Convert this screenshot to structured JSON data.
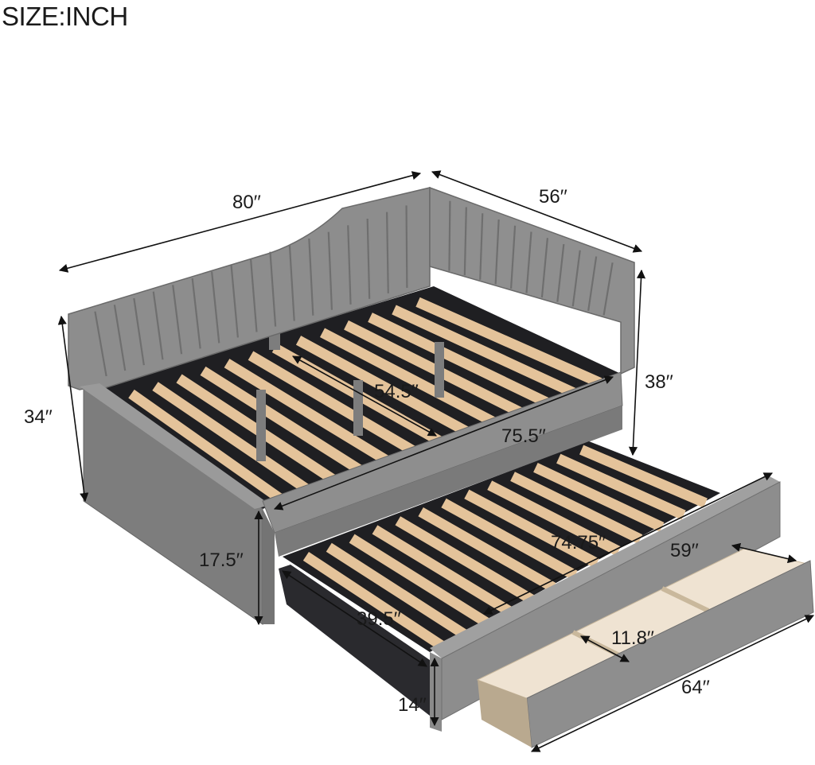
{
  "title": "SIZE:INCH",
  "dimensions": {
    "length_outer": "80′′",
    "width_outer": "56′′",
    "height_back": "38′′",
    "height_front": "34′′",
    "slat_depth": "54.5′′",
    "inner_length": "75.5′′",
    "trundle_length": "74.75′′",
    "drawer_length": "59′′",
    "side_height": "17.5′′",
    "trundle_depth": "39.5′′",
    "drawer_depth": "11.8′′",
    "trundle_height": "14′′",
    "drawer_total": "64′′"
  },
  "colors": {
    "fabric": "#8a8a8a",
    "fabric_dark": "#6e6e6e",
    "fabric_light": "#a3a3a3",
    "wood": "#e8c9a0",
    "frame_dark": "#1f1f22",
    "drawer_inner": "#efe3d2"
  }
}
